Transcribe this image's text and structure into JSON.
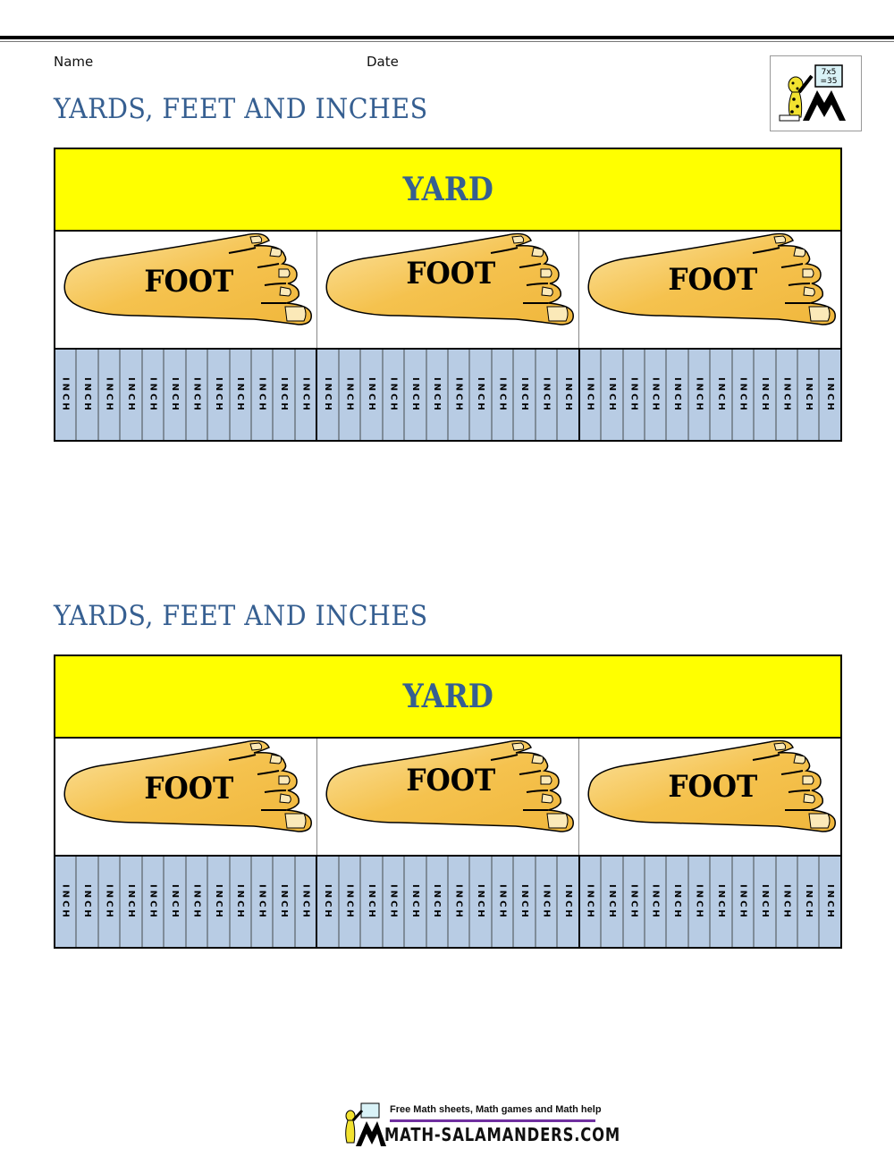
{
  "header": {
    "name_label": "Name",
    "date_label": "Date",
    "logo": {
      "icon": "math-salamander-logo-icon",
      "board_text_line1": "7x5",
      "board_text_line2": "=35"
    }
  },
  "worksheets": [
    {
      "title": "YARDS, FEET AND INCHES",
      "yard_label": "YARD",
      "feet": [
        {
          "label": "FOOT",
          "icon": "foot-icon"
        },
        {
          "label": "FOOT",
          "icon": "foot-icon"
        },
        {
          "label": "FOOT",
          "icon": "foot-icon"
        }
      ],
      "inch_label": "INCH",
      "inches_per_foot": 12
    },
    {
      "title": "YARDS, FEET AND INCHES",
      "yard_label": "YARD",
      "feet": [
        {
          "label": "FOOT",
          "icon": "foot-icon"
        },
        {
          "label": "FOOT",
          "icon": "foot-icon"
        },
        {
          "label": "FOOT",
          "icon": "foot-icon"
        }
      ],
      "inch_label": "INCH",
      "inches_per_foot": 12
    }
  ],
  "footer": {
    "tagline": "Free Math sheets, Math games and Math help",
    "site": "MATH-SALAMANDERS.COM"
  },
  "colors": {
    "title_blue": "#365f91",
    "yard_yellow": "#ffff00",
    "inch_blue": "#b8cce4",
    "foot_fill": "#f5c95a",
    "footer_bar": "#7030a0"
  }
}
